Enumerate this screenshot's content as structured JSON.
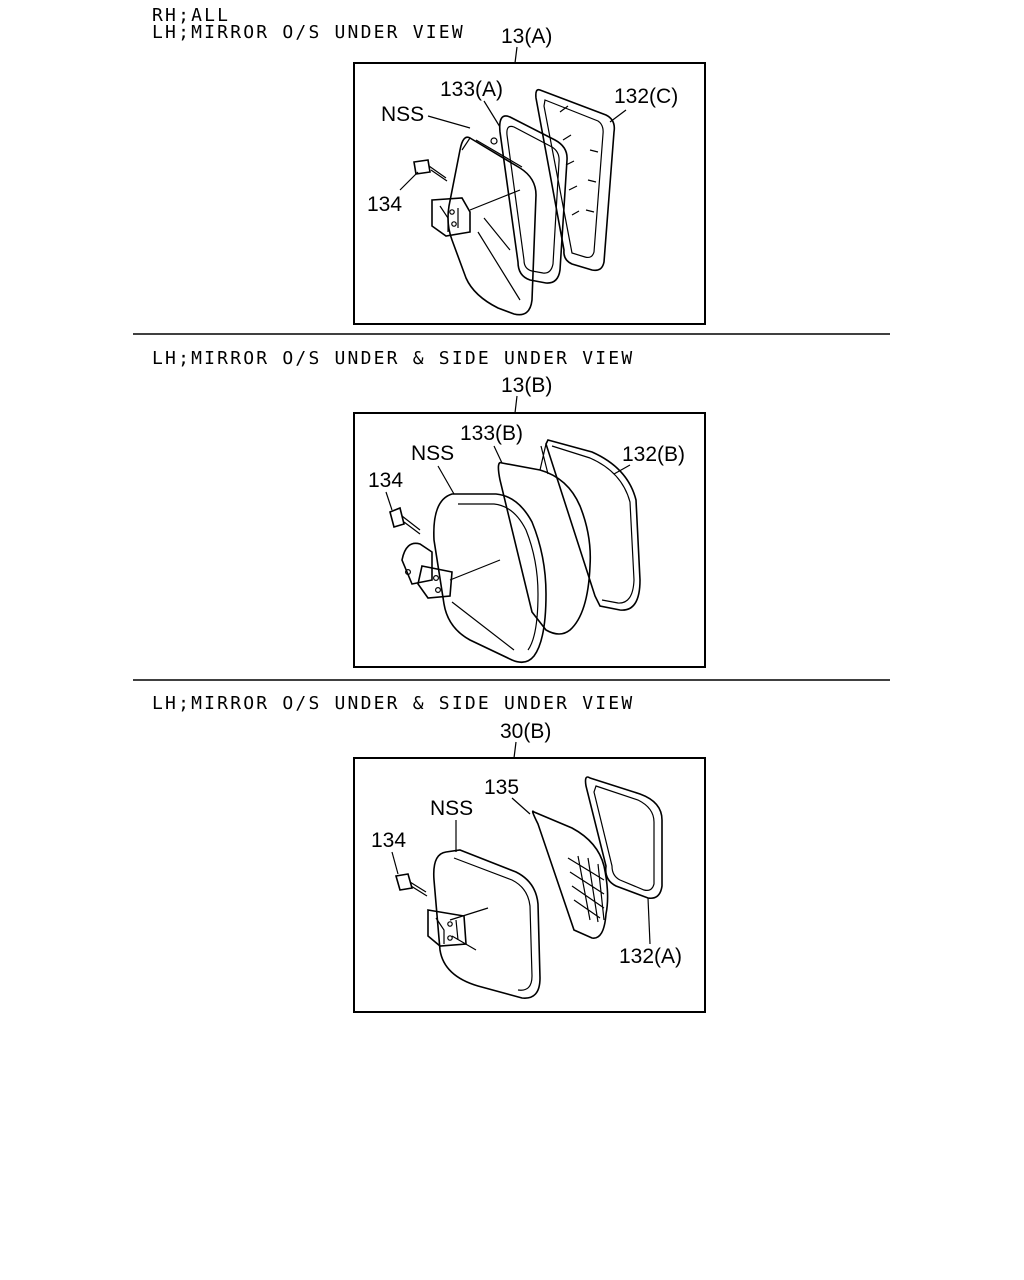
{
  "sections": [
    {
      "header_lines": [
        "RH;ALL",
        "LH;MIRROR O/S UNDER VIEW"
      ],
      "assembly_label": "13(A)",
      "callouts": {
        "nss": "NSS",
        "glass": "133(A)",
        "frame": "132(C)",
        "screw": "134"
      }
    },
    {
      "header_lines": [
        "LH;MIRROR O/S UNDER & SIDE UNDER VIEW"
      ],
      "assembly_label": "13(B)",
      "callouts": {
        "nss": "NSS",
        "glass": "133(B)",
        "frame": "132(B)",
        "screw": "134"
      }
    },
    {
      "header_lines": [
        "LH;MIRROR O/S UNDER & SIDE UNDER VIEW"
      ],
      "assembly_label": "30(B)",
      "callouts": {
        "nss": "NSS",
        "glass": "135",
        "frame": "132(A)",
        "screw": "134"
      }
    }
  ]
}
